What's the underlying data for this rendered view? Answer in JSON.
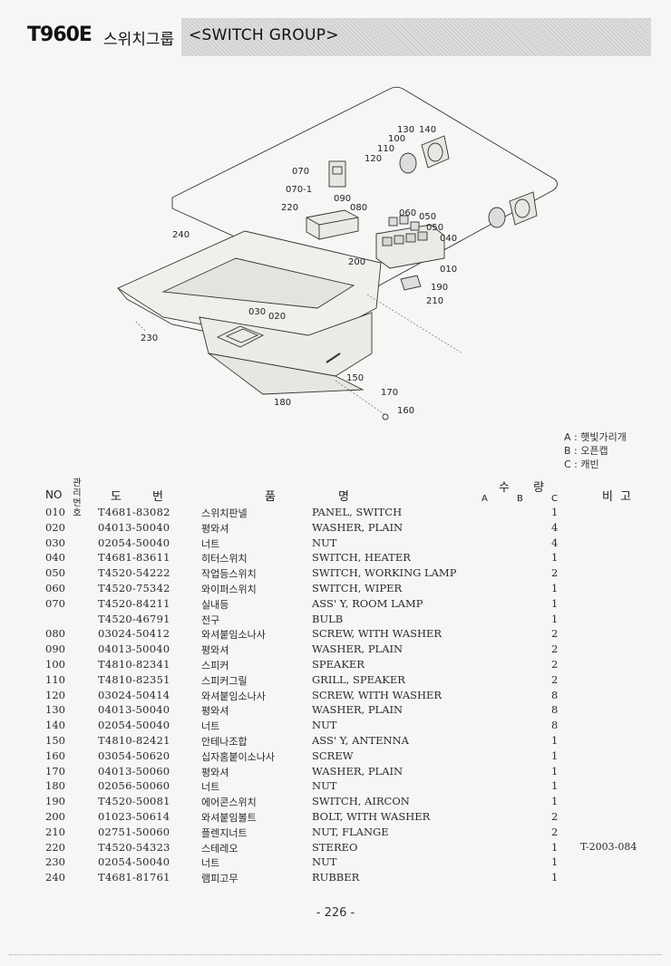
{
  "header": {
    "model": "T960E",
    "title_kr": "스위치그룹",
    "title_en": "<SWITCH GROUP>"
  },
  "diagram": {
    "callouts": [
      "130",
      "140",
      "100",
      "110",
      "120",
      "070",
      "070-1",
      "090",
      "080",
      "220",
      "060",
      "050",
      "050",
      "040",
      "240",
      "010",
      "200",
      "190",
      "210",
      "030",
      "020",
      "230",
      "150",
      "170",
      "180",
      "160"
    ]
  },
  "legend": {
    "a": "A : 햇빛가리개",
    "b": "B : 오픈캡",
    "c": "C : 캐빈"
  },
  "table_header": {
    "no": "NO",
    "mgmt_no": "관리번호",
    "do": "도",
    "beon": "번",
    "pum": "품",
    "myeong": "명",
    "su": "수",
    "ryang": "량",
    "a": "A",
    "b": "B",
    "c": "C",
    "bigo": "비고"
  },
  "rows": [
    {
      "no": "010",
      "part": "T4681-83082",
      "name_kr": "스위치판넬",
      "name_en": "PANEL, SWITCH",
      "qty": "1",
      "note": ""
    },
    {
      "no": "020",
      "part": "04013-50040",
      "name_kr": "평와셔",
      "name_en": "WASHER, PLAIN",
      "qty": "4",
      "note": ""
    },
    {
      "no": "030",
      "part": "02054-50040",
      "name_kr": "너트",
      "name_en": "NUT",
      "qty": "4",
      "note": ""
    },
    {
      "no": "040",
      "part": "T4681-83611",
      "name_kr": "히터스위치",
      "name_en": "SWITCH, HEATER",
      "qty": "1",
      "note": ""
    },
    {
      "no": "050",
      "part": "T4520-54222",
      "name_kr": "작업등스위치",
      "name_en": "SWITCH, WORKING LAMP",
      "qty": "2",
      "note": ""
    },
    {
      "no": "060",
      "part": "T4520-75342",
      "name_kr": "와이퍼스위치",
      "name_en": "SWITCH, WIPER",
      "qty": "1",
      "note": ""
    },
    {
      "no": "070",
      "part": "T4520-84211",
      "name_kr": "실내등",
      "name_en": "ASS' Y, ROOM LAMP",
      "qty": "1",
      "note": ""
    },
    {
      "no": "",
      "part": "T4520-46791",
      "name_kr": "전구",
      "name_en": "BULB",
      "qty": "1",
      "note": ""
    },
    {
      "no": "080",
      "part": "03024-50412",
      "name_kr": "와셔붙임소나사",
      "name_en": "SCREW, WITH WASHER",
      "qty": "2",
      "note": ""
    },
    {
      "no": "090",
      "part": "04013-50040",
      "name_kr": "평와셔",
      "name_en": "WASHER, PLAIN",
      "qty": "2",
      "note": ""
    },
    {
      "no": "100",
      "part": "T4810-82341",
      "name_kr": "스피커",
      "name_en": "SPEAKER",
      "qty": "2",
      "note": ""
    },
    {
      "no": "110",
      "part": "T4810-82351",
      "name_kr": "스피커그릴",
      "name_en": "GRILL, SPEAKER",
      "qty": "2",
      "note": ""
    },
    {
      "no": "120",
      "part": "03024-50414",
      "name_kr": "와셔붙임소나사",
      "name_en": "SCREW, WITH WASHER",
      "qty": "8",
      "note": ""
    },
    {
      "no": "130",
      "part": "04013-50040",
      "name_kr": "평와셔",
      "name_en": "WASHER, PLAIN",
      "qty": "8",
      "note": ""
    },
    {
      "no": "140",
      "part": "02054-50040",
      "name_kr": "너트",
      "name_en": "NUT",
      "qty": "8",
      "note": ""
    },
    {
      "no": "150",
      "part": "T4810-82421",
      "name_kr": "안테나조합",
      "name_en": "ASS' Y, ANTENNA",
      "qty": "1",
      "note": ""
    },
    {
      "no": "160",
      "part": "03054-50620",
      "name_kr": "십자홈붙이소나사",
      "name_en": "SCREW",
      "qty": "1",
      "note": ""
    },
    {
      "no": "170",
      "part": "04013-50060",
      "name_kr": "평와셔",
      "name_en": "WASHER, PLAIN",
      "qty": "1",
      "note": ""
    },
    {
      "no": "180",
      "part": "02056-50060",
      "name_kr": "너트",
      "name_en": "NUT",
      "qty": "1",
      "note": ""
    },
    {
      "no": "190",
      "part": "T4520-50081",
      "name_kr": "에어콘스위치",
      "name_en": "SWITCH, AIRCON",
      "qty": "1",
      "note": ""
    },
    {
      "no": "200",
      "part": "01023-50614",
      "name_kr": "와셔붙임볼트",
      "name_en": "BOLT, WITH WASHER",
      "qty": "2",
      "note": ""
    },
    {
      "no": "210",
      "part": "02751-50060",
      "name_kr": "플렌지너트",
      "name_en": "NUT, FLANGE",
      "qty": "2",
      "note": ""
    },
    {
      "no": "220",
      "part": "T4520-54323",
      "name_kr": "스테레오",
      "name_en": "STEREO",
      "qty": "1",
      "note": "T-2003-084"
    },
    {
      "no": "230",
      "part": "02054-50040",
      "name_kr": "너트",
      "name_en": "NUT",
      "qty": "1",
      "note": ""
    },
    {
      "no": "240",
      "part": "T4681-81761",
      "name_kr": "램피고무",
      "name_en": "RUBBER",
      "qty": "1",
      "note": ""
    }
  ],
  "page_number": "- 226 -"
}
